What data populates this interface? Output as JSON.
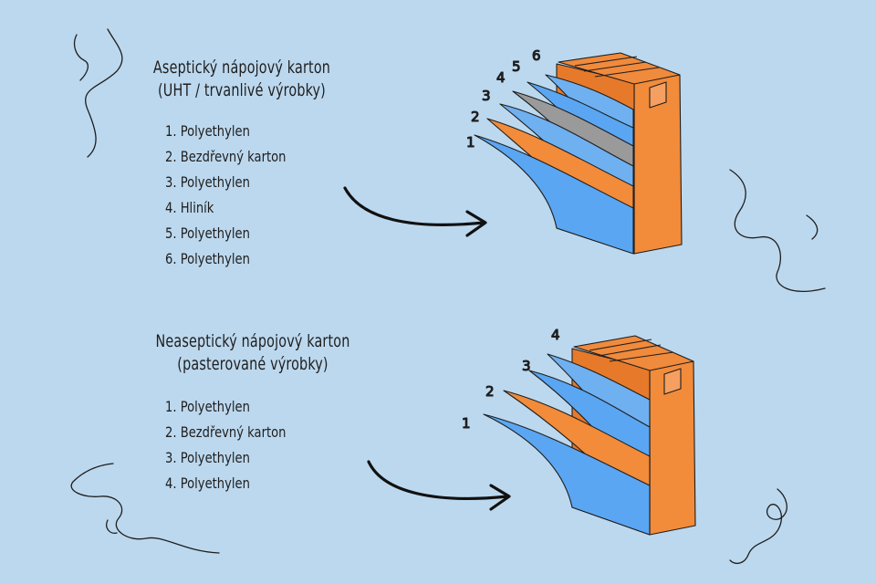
{
  "colors": {
    "background": "#bcd8ee",
    "polyethylene": "#5aa6f2",
    "carton": "#f28b3a",
    "aluminium": "#9a9a9a",
    "outline": "#1e1e1e"
  },
  "aseptic": {
    "title_line1": "Aseptický nápojový karton",
    "title_line2": "(UHT / trvanlivé výrobky)",
    "items": [
      "1. Polyethylen",
      "2. Bezdřevný karton",
      "3. Polyethylen",
      "4. Hliník",
      "5. Polyethylen",
      "6. Polyethylen"
    ],
    "layer_numbers": [
      "1",
      "2",
      "3",
      "4",
      "5",
      "6"
    ]
  },
  "nonaseptic": {
    "title_line1": "Neaseptický nápojový karton",
    "title_line2": "(pasterované výrobky)",
    "items": [
      "1. Polyethylen",
      "2. Bezdřevný karton",
      "3. Polyethylen",
      "4. Polyethylen"
    ],
    "layer_numbers": [
      "1",
      "2",
      "3",
      "4"
    ]
  }
}
